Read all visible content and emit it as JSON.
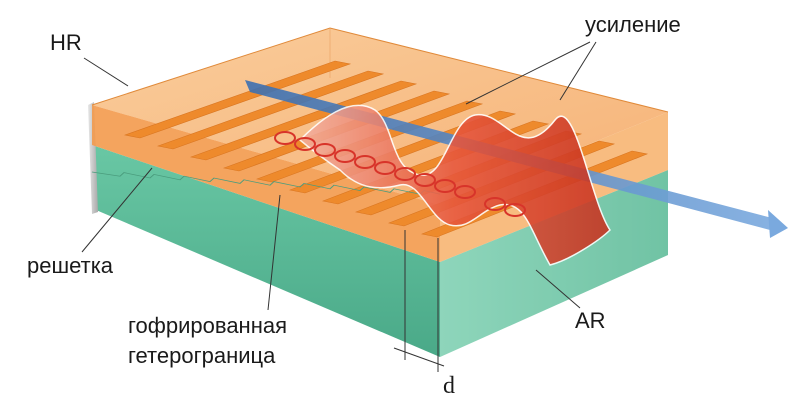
{
  "labels": {
    "hr": "HR",
    "gain": "усиление",
    "grating": "решетка",
    "corrugated_line1": "гофрированная",
    "corrugated_line2": "гетерограница",
    "ar": "AR",
    "period": "d"
  },
  "colors": {
    "substrate": "#5cbf9b",
    "cladding": "#f6a25a",
    "grating_teeth": "#ee8a2c",
    "gain_wave": "#e0402a",
    "beam": "#4f86c8"
  }
}
